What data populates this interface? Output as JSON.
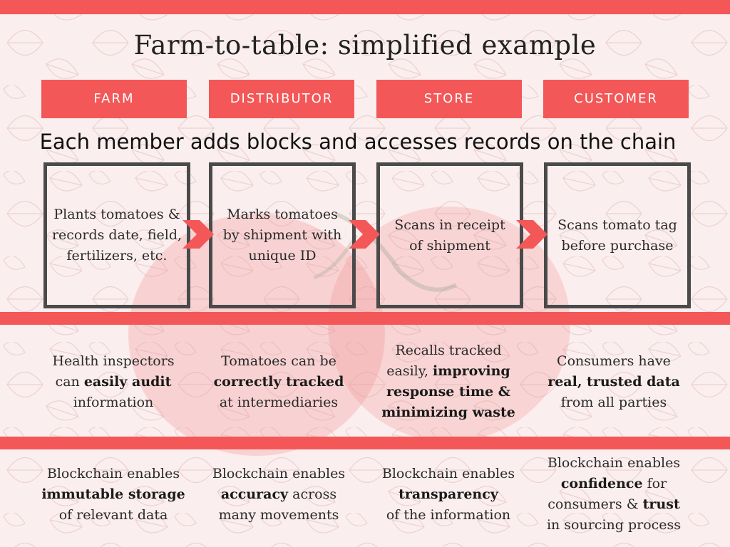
{
  "title": "Farm-to-table: simplified example",
  "subtitle": "Each member adds blocks and accesses records on the chain",
  "colors": {
    "accent": "#f45757",
    "box_border": "#4a4a4a",
    "background": "#fbeeee"
  },
  "roles": [
    "FARM",
    "DISTRIBUTOR",
    "STORE",
    "CUSTOMER"
  ],
  "stages": [
    [
      "Plants tomatoes &",
      "records date, field,",
      "fertilizers, etc."
    ],
    [
      "Marks tomatoes",
      "by shipment with",
      "unique ID"
    ],
    [
      "Scans in receipt",
      "of shipment"
    ],
    [
      "Scans tomato tag",
      "before purchase"
    ]
  ],
  "benefits": {
    "farm": {
      "l1": "Health inspectors",
      "l2a": "can ",
      "l2b": "easily audit",
      "l3": "information"
    },
    "distributor": {
      "l1": "Tomatoes can be",
      "l2": "correctly tracked",
      "l3": "at intermediaries"
    },
    "store": {
      "l1": "Recalls tracked",
      "l2a": "easily, ",
      "l2b": "improving",
      "l3": "response time &",
      "l4": "minimizing waste"
    },
    "customer": {
      "l1": "Consumers have",
      "l2": "real, trusted data",
      "l3": "from all parties"
    }
  },
  "enablers": {
    "farm": {
      "l1": "Blockchain enables",
      "l2": "immutable storage",
      "l3": "of relevant data"
    },
    "distributor": {
      "l1": "Blockchain enables",
      "l2a": "accuracy",
      "l2b": " across",
      "l3": "many movements"
    },
    "store": {
      "l1": "Blockchain enables",
      "l2": "transparency",
      "l3": "of the information"
    },
    "customer": {
      "l1": "Blockchain enables",
      "l2a": "confidence",
      "l2b": " for",
      "l3a": "consumers & ",
      "l3b": "trust",
      "l4": "in sourcing process"
    }
  }
}
